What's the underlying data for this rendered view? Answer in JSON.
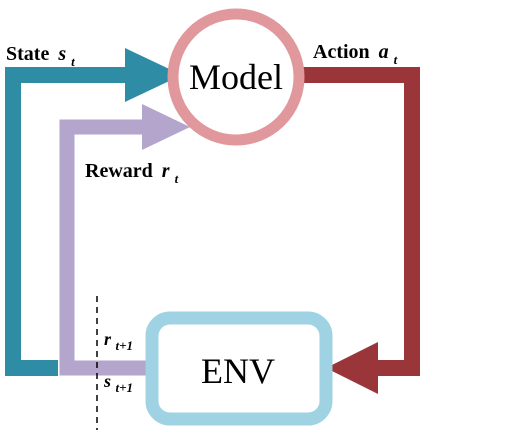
{
  "model": {
    "label": "Model"
  },
  "env": {
    "label": "ENV"
  },
  "state": {
    "word": "State",
    "sym": "s",
    "sub": "t"
  },
  "action": {
    "word": "Action",
    "sym": "a",
    "sub": "t"
  },
  "reward": {
    "word": "Reward",
    "sym": "r",
    "sub": "t"
  },
  "next": {
    "reward": {
      "sym": "r",
      "sub": "t+1"
    },
    "state": {
      "sym": "s",
      "sub": "t+1"
    }
  },
  "colors": {
    "state": "#2e8ca5",
    "action": "#9a353a",
    "reward": "#b3a5cb",
    "model_ring": "#e0989c",
    "env_border": "#9fd3e3"
  }
}
